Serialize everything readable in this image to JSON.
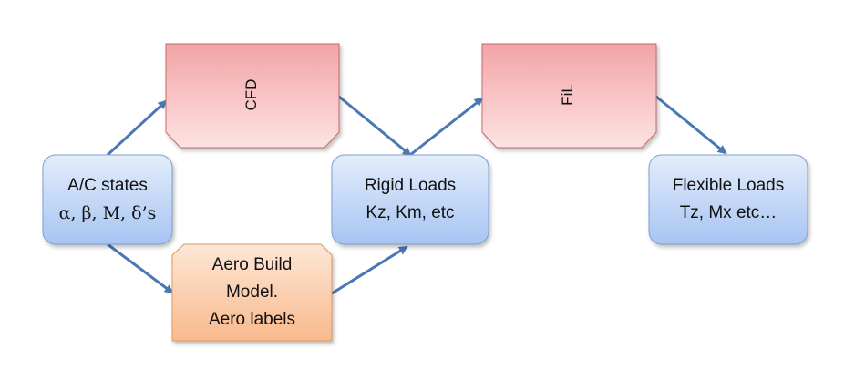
{
  "nodes": {
    "ac_states": {
      "line1": "A/C states",
      "line2": "α, β, M, δ’s"
    },
    "cfd": {
      "label": "CFD"
    },
    "aero_build": {
      "line1": "Aero Build",
      "line2": "Model.",
      "line3": "Aero labels"
    },
    "rigid_loads": {
      "line1": "Rigid Loads",
      "line2": "Kz, Km, etc"
    },
    "fil": {
      "label": "FiL"
    },
    "flexible_loads": {
      "line1": "Flexible Loads",
      "line2": "Tz, Mx etc…"
    }
  },
  "colors": {
    "blue_box_top": "#e3edfb",
    "blue_box_bottom": "#a7c4f2",
    "blue_border": "#7f9fd1",
    "red_box_top": "#f3a4a6",
    "red_box_bottom": "#fde3e3",
    "red_border": "#c96b6d",
    "orange_box_top": "#fde7d6",
    "orange_box_bottom": "#f9b98d",
    "orange_border": "#e0995f",
    "arrow": "#4a78b5"
  }
}
